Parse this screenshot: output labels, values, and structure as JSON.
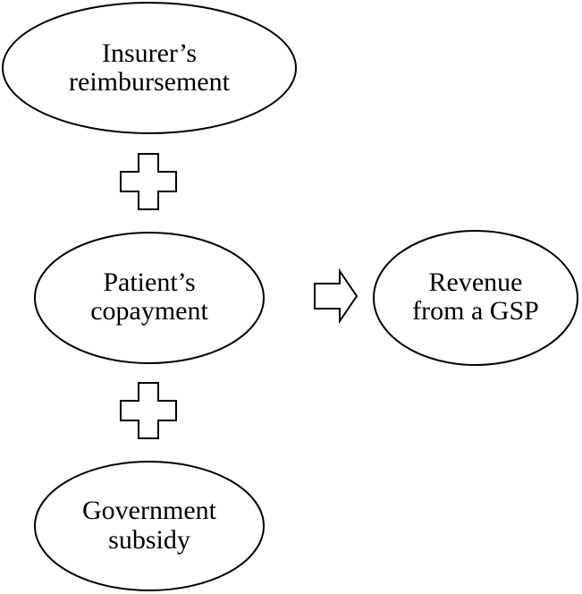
{
  "nodes": {
    "insurer": {
      "line1": "Insurer’s",
      "line2": "reimbursement"
    },
    "patient": {
      "line1": "Patient’s",
      "line2": "copayment"
    },
    "government": {
      "line1": "Government",
      "line2": "subsidy"
    },
    "revenue": {
      "line1": "Revenue",
      "line2": "from a GSP"
    }
  },
  "icons": {
    "plus": "plus-icon",
    "arrow": "right-arrow-icon"
  },
  "colors": {
    "stroke": "#000000",
    "fill": "#ffffff",
    "text": "#000000"
  }
}
